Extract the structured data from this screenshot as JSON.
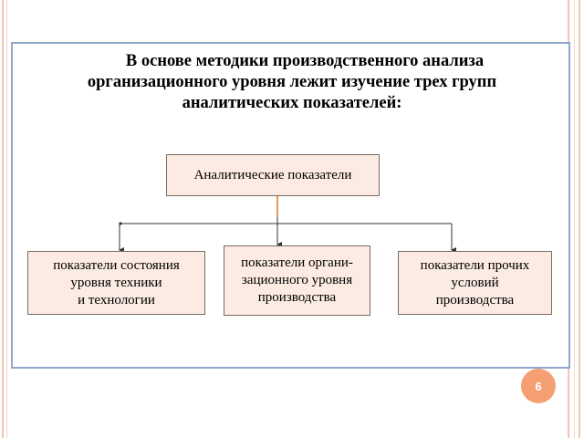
{
  "slide": {
    "title_lines": [
      "В основе методики производственного анализа",
      "организационного уровня лежит изучение трех групп",
      "аналитических показателей:"
    ],
    "page_number": "6",
    "colors": {
      "frame_border": "#8fa8cc",
      "box_fill": "#fcebe2",
      "connector_accent": "#e39a5a",
      "page_badge": "#f5a073"
    }
  },
  "diagram": {
    "root": {
      "label": "Аналитические показатели"
    },
    "children": [
      {
        "label": "показатели состояния\nуровня техники\nи технологии"
      },
      {
        "label": "показатели органи-\nзационного уровня\nпроизводства"
      },
      {
        "label": "показатели прочих\nусловий\nпроизводства"
      }
    ]
  }
}
